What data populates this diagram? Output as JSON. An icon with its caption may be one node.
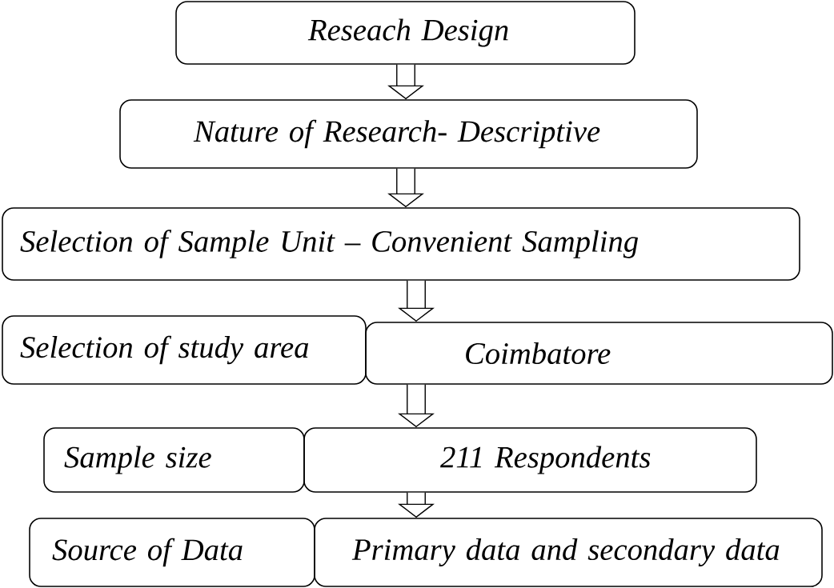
{
  "diagram": {
    "nodes": [
      {
        "text": [
          "Reseach Design"
        ]
      },
      {
        "text": [
          "Nature of Research- Descriptive"
        ]
      },
      {
        "text": [
          "Selection of Sample Unit  –  Convenient Sampling"
        ]
      },
      {
        "text": [
          "Selection of  study area"
        ]
      },
      {
        "text": [
          "Coimbatore"
        ]
      },
      {
        "text": [
          "Sample size"
        ]
      },
      {
        "text": [
          "211 Respondents"
        ]
      },
      {
        "text": [
          "Source of Data"
        ]
      },
      {
        "text": [
          "Primary data and secondary data"
        ]
      }
    ],
    "edges": [
      {
        "from": 0,
        "to": 1,
        "arrow": "to"
      },
      {
        "from": 1,
        "to": 2,
        "arrow": "to"
      },
      {
        "from": 2,
        "to": 4,
        "arrow": "to"
      },
      {
        "from": 4,
        "to": 6,
        "arrow": "to"
      },
      {
        "from": 6,
        "to": 8,
        "arrow": "to"
      }
    ]
  }
}
